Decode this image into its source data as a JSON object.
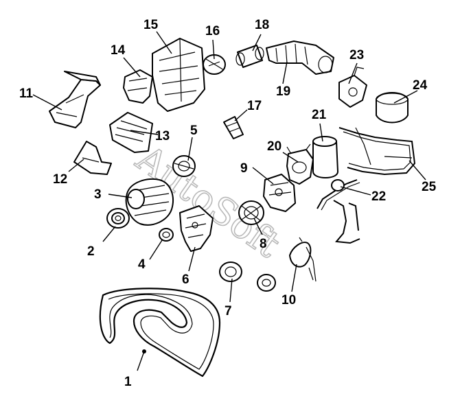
{
  "watermark": "AutoSoft",
  "callouts": [
    {
      "num": "1"
    },
    {
      "num": "2"
    },
    {
      "num": "3"
    },
    {
      "num": "4"
    },
    {
      "num": "5"
    },
    {
      "num": "6"
    },
    {
      "num": "7"
    },
    {
      "num": "8"
    },
    {
      "num": "9"
    },
    {
      "num": "10"
    },
    {
      "num": "11"
    },
    {
      "num": "12"
    },
    {
      "num": "13"
    },
    {
      "num": "14"
    },
    {
      "num": "15"
    },
    {
      "num": "16"
    },
    {
      "num": "17"
    },
    {
      "num": "18"
    },
    {
      "num": "19"
    },
    {
      "num": "20"
    },
    {
      "num": "21"
    },
    {
      "num": "22"
    },
    {
      "num": "23"
    },
    {
      "num": "24"
    },
    {
      "num": "25"
    }
  ]
}
